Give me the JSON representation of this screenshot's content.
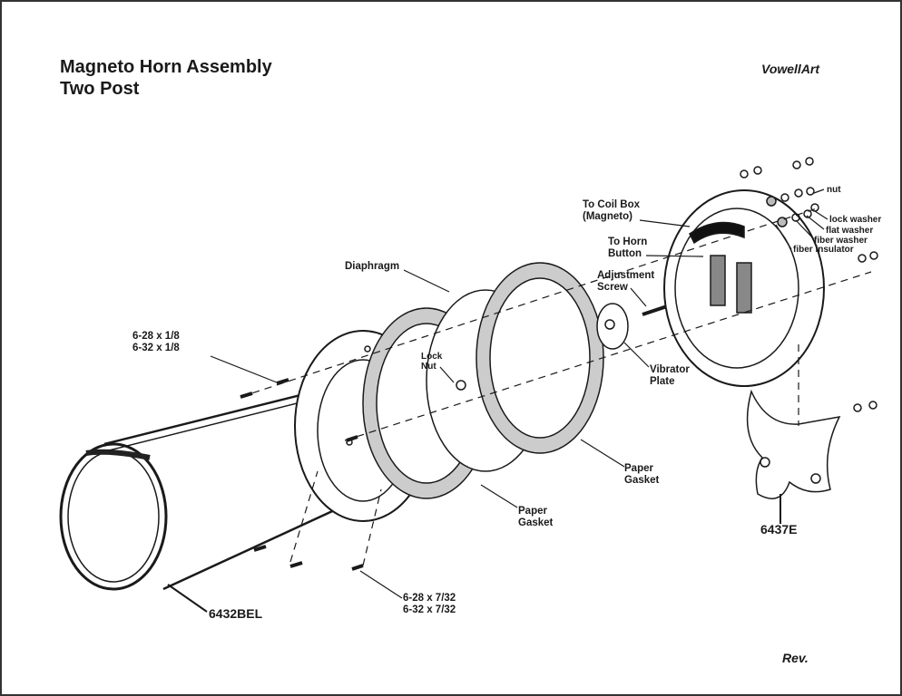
{
  "header": {
    "title_line1": "Magneto Horn Assembly",
    "title_line2": "Two Post",
    "brand": "VowellArt",
    "revision": "Rev."
  },
  "labels": {
    "coil_box_1": "To Coil Box",
    "coil_box_2": "(Magneto)",
    "horn_button_1": "To Horn",
    "horn_button_2": "Button",
    "adjustment_1": "Adjustment",
    "adjustment_2": "Screw",
    "diaphragm": "Diaphragm",
    "lock_nut_1": "Lock",
    "lock_nut_2": "Nut",
    "vibrator_1": "Vibrator",
    "vibrator_2": "Plate",
    "gasket_left_1": "Paper",
    "gasket_left_2": "Gasket",
    "gasket_right_1": "Paper",
    "gasket_right_2": "Gasket",
    "nut": "nut",
    "lock_washer": "lock washer",
    "flat_washer": "flat washer",
    "fiber_washer": "fiber washer",
    "fiber_insulator": "fiber insulator",
    "screw_small_1": "6-28 x 1/8",
    "screw_small_2": "6-32 x 1/8",
    "screw_large_1": "6-28 x 7/32",
    "screw_large_2": "6-32 x 7/32"
  },
  "parts": {
    "bell": "6432BEL",
    "bracket": "6437E"
  }
}
